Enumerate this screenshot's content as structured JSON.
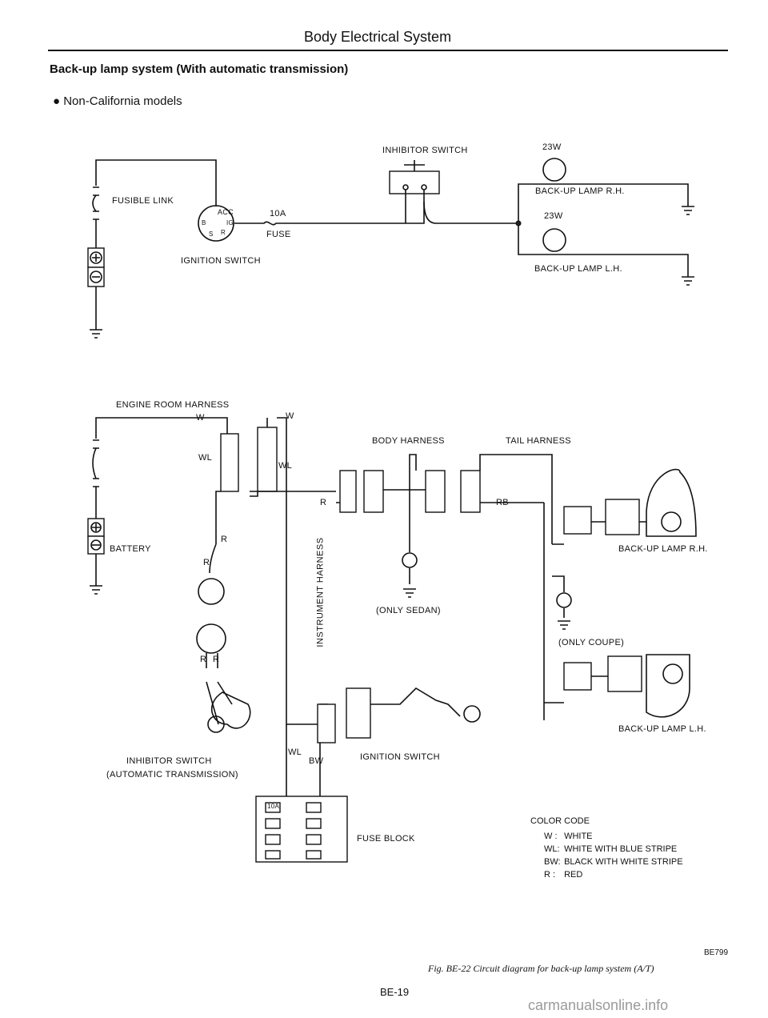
{
  "header": "Body Electrical System",
  "section_title": "Back-up lamp system (With automatic transmission)",
  "subsection": "● Non-California models",
  "schematic": {
    "fusible_link": "FUSIBLE LINK",
    "acc": "ACC",
    "b": "B",
    "ig": "IG",
    "s": "S",
    "r": "R",
    "fuse_rating": "10A",
    "fuse": "FUSE",
    "ignition_switch": "IGNITION SWITCH",
    "inhibitor_switch": "INHIBITOR SWITCH",
    "lamp_rh_watt": "23W",
    "lamp_rh": "BACK-UP LAMP R.H.",
    "lamp_lh_watt": "23W",
    "lamp_lh": "BACK-UP LAMP L.H."
  },
  "wiring": {
    "engine_room_harness": "ENGINE ROOM HARNESS",
    "w1": "W",
    "w2": "W",
    "wl1": "WL",
    "wl2": "WL",
    "wl3": "WL",
    "r1": "R",
    "r2": "R",
    "r3": "R",
    "r4": "R",
    "r5": "R",
    "rb": "RB",
    "bw": "BW",
    "body_harness": "BODY HARNESS",
    "tail_harness": "TAIL HARNESS",
    "battery": "BATTERY",
    "instrument_harness": "INSTRUMENT HARNESS",
    "only_sedan": "(ONLY SEDAN)",
    "only_coupe": "(ONLY COUPE)",
    "lamp_rh": "BACK-UP LAMP R.H.",
    "lamp_lh": "BACK-UP LAMP L.H.",
    "inhibitor_switch": "INHIBITOR SWITCH",
    "inhibitor_switch_note": "(AUTOMATIC TRANSMISSION)",
    "ignition_switch": "IGNITION SWITCH",
    "fuse_block": "FUSE BLOCK",
    "fuse_10a": "10A"
  },
  "color_code": {
    "title": "COLOR CODE",
    "rows": [
      {
        "code": "W :",
        "desc": "WHITE"
      },
      {
        "code": "WL:",
        "desc": "WHITE WITH BLUE STRIPE"
      },
      {
        "code": "BW:",
        "desc": "BLACK WITH WHITE STRIPE"
      },
      {
        "code": "R :",
        "desc": "RED"
      }
    ]
  },
  "ref_code": "BE799",
  "caption": "Fig. BE-22 Circuit diagram for back-up lamp system (A/T)",
  "page_number": "BE-19",
  "watermark": "carmanualsonline.info"
}
